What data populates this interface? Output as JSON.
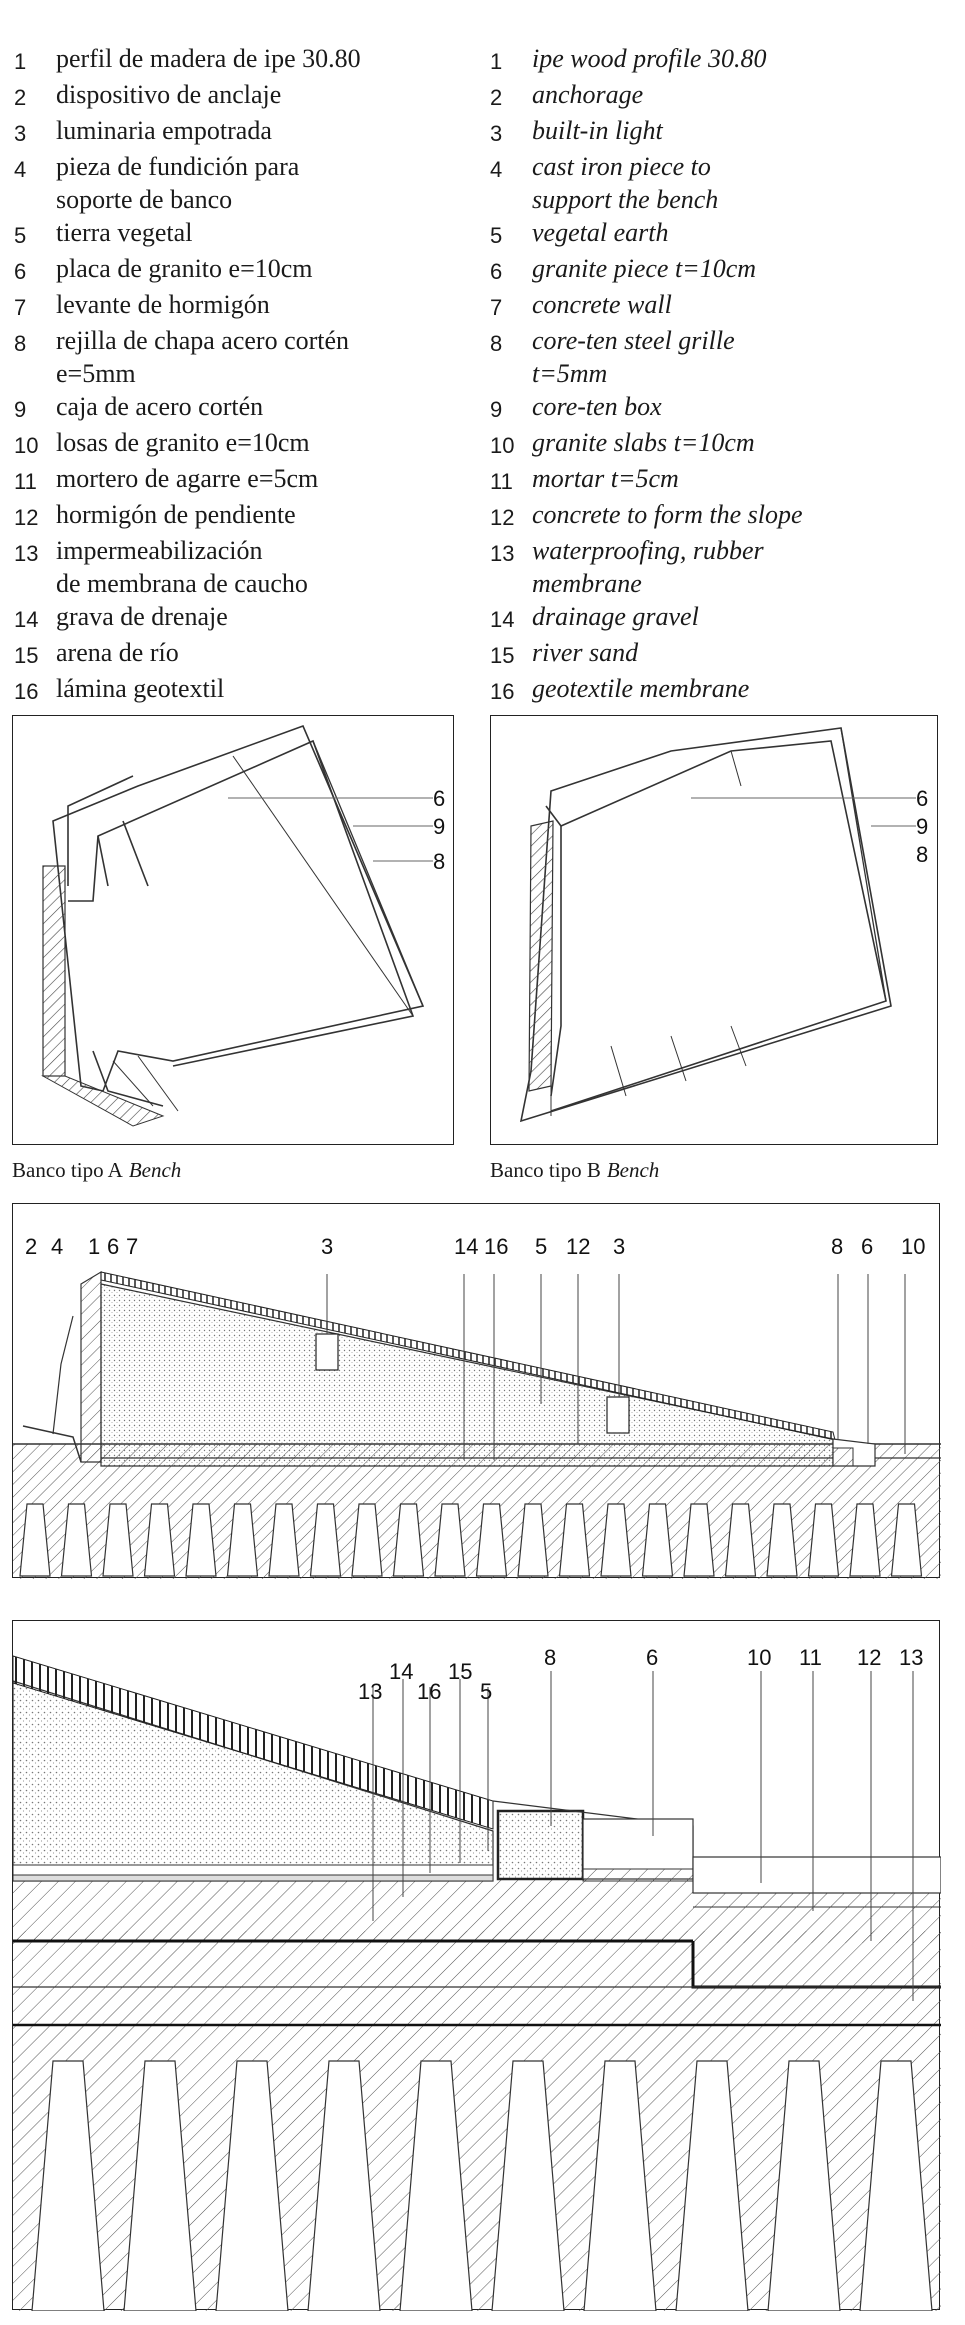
{
  "legend_es": [
    {
      "num": "1",
      "text": [
        "perfil de madera de ipe 30.80"
      ]
    },
    {
      "num": "2",
      "text": [
        "dispositivo de anclaje"
      ]
    },
    {
      "num": "3",
      "text": [
        "luminaria empotrada"
      ]
    },
    {
      "num": "4",
      "text": [
        "pieza de fundición para",
        "soporte de banco"
      ]
    },
    {
      "num": "5",
      "text": [
        "tierra vegetal"
      ]
    },
    {
      "num": "6",
      "text": [
        "placa de granito e=10cm"
      ]
    },
    {
      "num": "7",
      "text": [
        "levante de hormigón"
      ]
    },
    {
      "num": "8",
      "text": [
        "rejilla de chapa acero cortén",
        "e=5mm"
      ]
    },
    {
      "num": "9",
      "text": [
        "caja de acero cortén"
      ]
    },
    {
      "num": "10",
      "text": [
        "losas de granito e=10cm"
      ]
    },
    {
      "num": "11",
      "text": [
        "mortero de agarre e=5cm"
      ]
    },
    {
      "num": "12",
      "text": [
        "hormigón de pendiente"
      ]
    },
    {
      "num": "13",
      "text": [
        "impermeabilización",
        "de membrana de caucho"
      ]
    },
    {
      "num": "14",
      "text": [
        "grava de drenaje"
      ]
    },
    {
      "num": "15",
      "text": [
        "arena de río"
      ]
    },
    {
      "num": "16",
      "text": [
        "lámina geotextil"
      ]
    }
  ],
  "legend_en": [
    {
      "num": "1",
      "text": [
        "ipe wood profile 30.80"
      ]
    },
    {
      "num": "2",
      "text": [
        "anchorage"
      ]
    },
    {
      "num": "3",
      "text": [
        "built-in light"
      ]
    },
    {
      "num": "4",
      "text": [
        "cast iron piece to",
        "support the bench"
      ]
    },
    {
      "num": "5",
      "text": [
        "vegetal earth"
      ]
    },
    {
      "num": "6",
      "text": [
        "granite piece t=10cm"
      ]
    },
    {
      "num": "7",
      "text": [
        "concrete wall"
      ]
    },
    {
      "num": "8",
      "text": [
        "core-ten steel grille",
        "t=5mm"
      ]
    },
    {
      "num": "9",
      "text": [
        "core-ten box"
      ]
    },
    {
      "num": "10",
      "text": [
        "granite slabs t=10cm"
      ]
    },
    {
      "num": "11",
      "text": [
        "mortar t=5cm"
      ]
    },
    {
      "num": "12",
      "text": [
        "concrete to form the slope"
      ]
    },
    {
      "num": "13",
      "text": [
        "waterproofing, rubber",
        "membrane"
      ]
    },
    {
      "num": "14",
      "text": [
        "drainage gravel"
      ]
    },
    {
      "num": "15",
      "text": [
        "river sand"
      ]
    },
    {
      "num": "16",
      "text": [
        "geotextile membrane"
      ]
    }
  ],
  "plan_a": {
    "caption": "Banco tipo A",
    "caption_en": "Bench",
    "labels": [
      "6",
      "9",
      "8"
    ]
  },
  "plan_b": {
    "caption": "Banco tipo B",
    "caption_en": "Bench",
    "labels": [
      "6",
      "9",
      "8"
    ]
  },
  "section": {
    "labels": [
      "2",
      "4",
      "1",
      "6",
      "7",
      "3",
      "14",
      "16",
      "5",
      "12",
      "3",
      "8",
      "6",
      "10"
    ]
  },
  "detail": {
    "labels": [
      "13",
      "14",
      "16",
      "15",
      "5",
      "8",
      "6",
      "10",
      "11",
      "12",
      "13"
    ]
  }
}
